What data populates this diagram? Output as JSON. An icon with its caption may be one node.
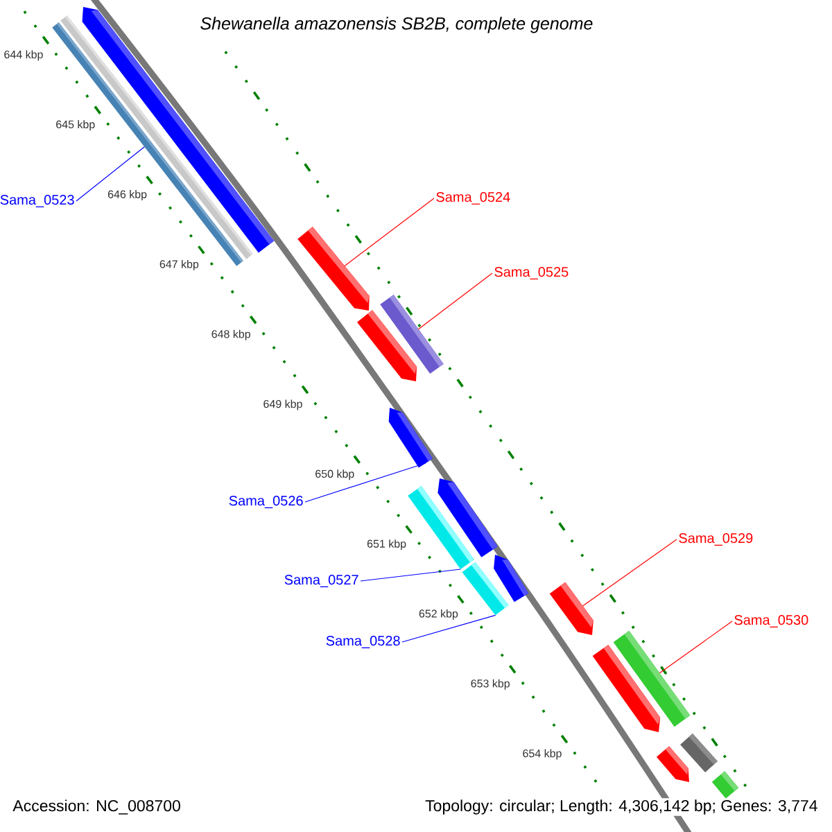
{
  "diagram": {
    "title": "Shewanella amazonensis SB2B, complete genome",
    "nodes": [
      {
        "text": [
          "Sama_0524"
        ]
      },
      {
        "text": [
          "Sama_0525"
        ]
      },
      {
        "text": [
          "Sama_0523"
        ]
      },
      {
        "text": [
          "Sama_0526"
        ]
      },
      {
        "text": [
          "Sama_0527"
        ]
      },
      {
        "text": [
          "Sama_0529"
        ]
      },
      {
        "text": [
          "Sama_0528"
        ]
      },
      {
        "text": [
          "Sama_0530"
        ]
      },
      {
        "text": [],
        "shape": "pentagon"
      },
      {
        "text": [],
        "shape": "bar"
      },
      {
        "text": [],
        "shape": "bar"
      },
      {
        "text": [],
        "shape": "pentagon"
      },
      {
        "text": [],
        "shape": "bar"
      },
      {
        "text": [],
        "shape": "pentagon"
      },
      {
        "text": [],
        "shape": "pentagon"
      },
      {
        "text": [],
        "shape": "pentagon"
      },
      {
        "text": [],
        "shape": "bar"
      },
      {
        "text": [],
        "shape": "bar"
      },
      {
        "text": [],
        "shape": "pentagon"
      },
      {
        "text": [],
        "shape": "pentagon"
      },
      {
        "text": [],
        "shape": "pentagon"
      },
      {
        "text": [],
        "shape": "bar"
      },
      {
        "text": [],
        "shape": "pentagon"
      },
      {
        "text": [],
        "shape": "bar"
      },
      {
        "text": [],
        "shape": "bar"
      }
    ],
    "edges": [
      {
        "from": 2,
        "to": 10,
        "arrow": "none",
        "color": "#0000ff"
      },
      {
        "from": 0,
        "to": 11,
        "arrow": "none",
        "color": "#ff0000"
      },
      {
        "from": 1,
        "to": 12,
        "arrow": "none",
        "color": "#ff0000"
      },
      {
        "from": 3,
        "to": 14,
        "arrow": "none",
        "color": "#0000ff"
      },
      {
        "from": 4,
        "to": 16,
        "arrow": "none",
        "color": "#0000ff"
      },
      {
        "from": 6,
        "to": 17,
        "arrow": "none",
        "color": "#0000ff"
      },
      {
        "from": 5,
        "to": 19,
        "arrow": "none",
        "color": "#ff0000"
      },
      {
        "from": 7,
        "to": 21,
        "arrow": "none",
        "color": "#ff0000"
      }
    ],
    "labels": [
      "644 kbp",
      "645 kbp",
      "646 kbp",
      "647 kbp",
      "648 kbp",
      "649 kbp",
      "650 kbp",
      "651 kbp",
      "652 kbp",
      "653 kbp",
      "654 kbp",
      "Accession: NC_008700",
      "Topology: circular; Length: 4,306,142 bp; Genes: 3,774"
    ]
  }
}
